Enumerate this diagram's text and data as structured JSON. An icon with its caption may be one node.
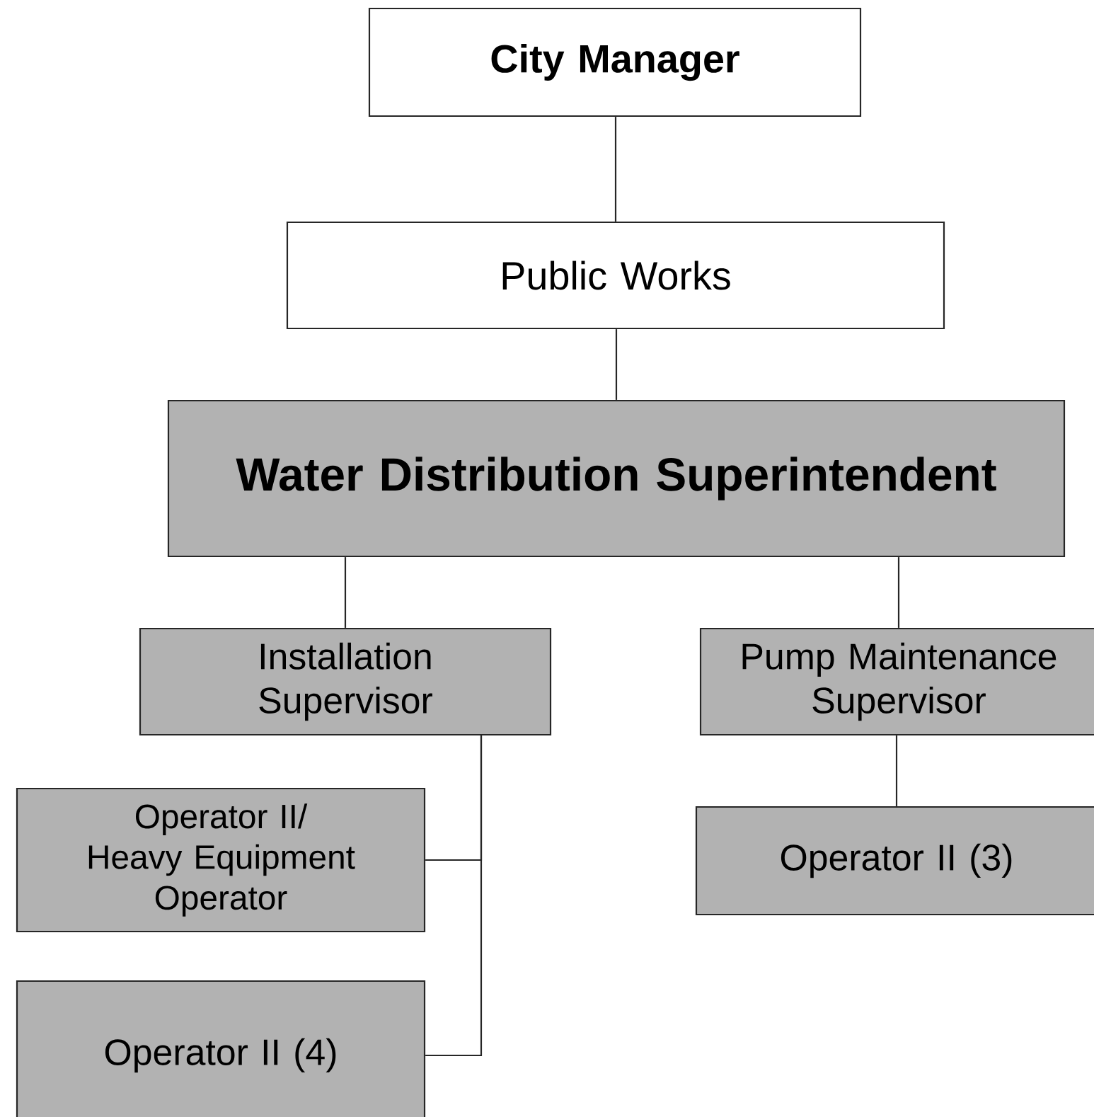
{
  "diagram": {
    "nodes": [
      {
        "text": [
          "City Manager"
        ]
      },
      {
        "text": [
          "Public Works"
        ]
      },
      {
        "text": [
          "Water Distribution Superintendent"
        ]
      },
      {
        "text": [
          "Installation Supervisor"
        ]
      },
      {
        "text": [
          "Pump Maintenance Supervisor"
        ]
      },
      {
        "text": [
          "Operator II/ Heavy Equipment Operator"
        ]
      },
      {
        "text": [
          "Operator II (4)"
        ]
      },
      {
        "text": [
          "Operator II (3)"
        ]
      }
    ],
    "edges": [
      {
        "from": 0,
        "to": 1,
        "arrow": "none"
      },
      {
        "from": 1,
        "to": 2,
        "arrow": "none"
      },
      {
        "from": 2,
        "to": 3,
        "arrow": "none"
      },
      {
        "from": 2,
        "to": 4,
        "arrow": "none"
      },
      {
        "from": 3,
        "to": 5,
        "arrow": "none"
      },
      {
        "from": 3,
        "to": 6,
        "arrow": "none"
      },
      {
        "from": 4,
        "to": 7,
        "arrow": "none"
      }
    ]
  }
}
